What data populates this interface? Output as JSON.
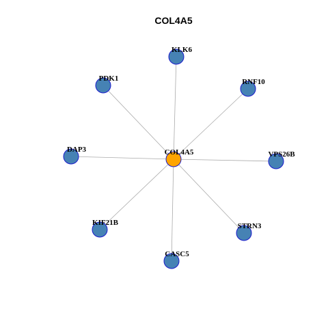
{
  "title": "COL4A5",
  "colors": {
    "edge": "#aaaaaa",
    "hub_fill": "#ffa500",
    "leaf_fill": "#4682b4",
    "node_stroke": "#1a1acc",
    "label": "#000000"
  },
  "network": {
    "hub": {
      "id": "COL4A5",
      "label": "COL4A5"
    },
    "neighbors": [
      {
        "id": "KLK6",
        "label": "KLK6"
      },
      {
        "id": "RNF10",
        "label": "RNF10"
      },
      {
        "id": "PDK1",
        "label": "PDK1"
      },
      {
        "id": "DAP3",
        "label": "DAP3"
      },
      {
        "id": "VPS26B",
        "label": "VPS26B"
      },
      {
        "id": "KIF21B",
        "label": "KIF21B"
      },
      {
        "id": "STRN3",
        "label": "STRN3"
      },
      {
        "id": "CASC5",
        "label": "CASC5"
      }
    ],
    "edges": [
      [
        "COL4A5",
        "KLK6"
      ],
      [
        "COL4A5",
        "RNF10"
      ],
      [
        "COL4A5",
        "PDK1"
      ],
      [
        "COL4A5",
        "DAP3"
      ],
      [
        "COL4A5",
        "VPS26B"
      ],
      [
        "COL4A5",
        "KIF21B"
      ],
      [
        "COL4A5",
        "STRN3"
      ],
      [
        "COL4A5",
        "CASC5"
      ]
    ]
  }
}
